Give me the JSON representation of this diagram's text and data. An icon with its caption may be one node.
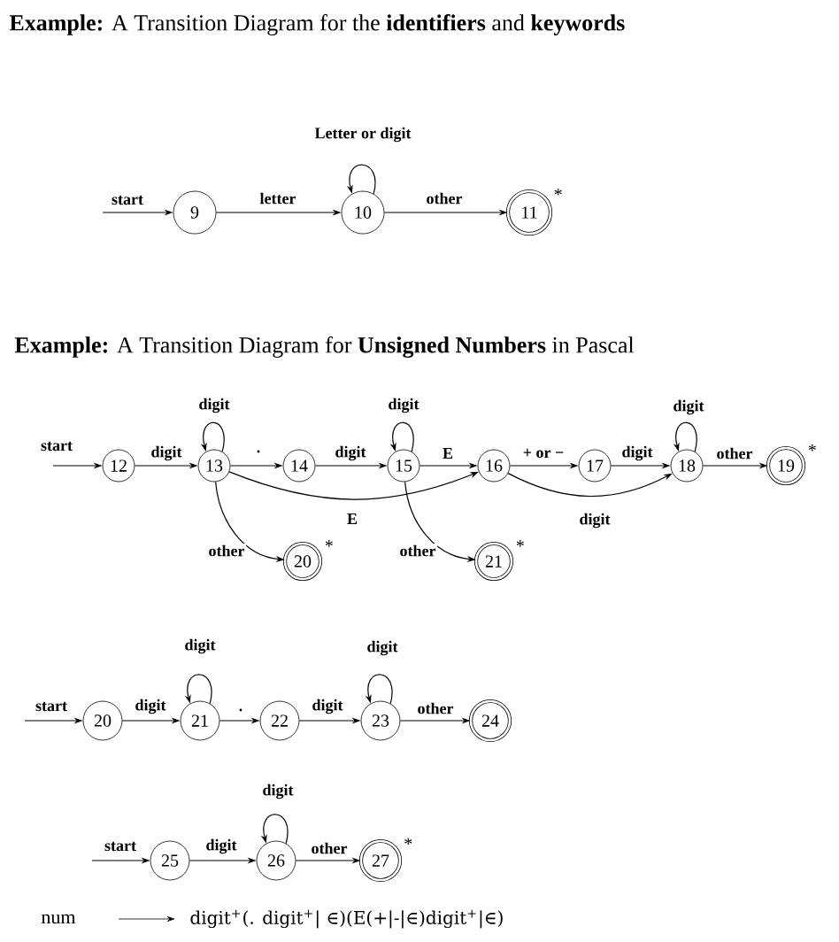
{
  "diagram": {
    "title": "**Example:** A Transition Diagram for the **identifiers** and **keywords**",
    "nodes": [
      {
        "text": [
          "9"
        ]
      },
      {
        "text": [
          "10"
        ]
      },
      {
        "text": [
          "11"
        ],
        "beside": [
          "*"
        ]
      },
      {
        "text": [
          "12"
        ]
      },
      {
        "text": [
          "13"
        ]
      },
      {
        "text": [
          "14"
        ]
      },
      {
        "text": [
          "15"
        ]
      },
      {
        "text": [
          "16"
        ]
      },
      {
        "text": [
          "17"
        ]
      },
      {
        "text": [
          "18"
        ]
      },
      {
        "text": [
          "19"
        ],
        "beside": [
          "*"
        ]
      },
      {
        "text": [
          "20"
        ],
        "beside": [
          "*"
        ]
      },
      {
        "text": [
          "21"
        ],
        "beside": [
          "*"
        ]
      },
      {
        "text": [
          "20"
        ]
      },
      {
        "text": [
          "21"
        ]
      },
      {
        "text": [
          "22"
        ]
      },
      {
        "text": [
          "23"
        ]
      },
      {
        "text": [
          "24"
        ]
      },
      {
        "text": [
          "25"
        ]
      },
      {
        "text": [
          "26"
        ]
      },
      {
        "text": [
          "27"
        ],
        "beside": [
          "*"
        ]
      }
    ],
    "edges": [
      {
        "from": null,
        "to": 0,
        "arrow": "to",
        "label": "start"
      },
      {
        "from": 0,
        "to": 1,
        "arrow": "to",
        "label": "letter"
      },
      {
        "from": 1,
        "to": 1,
        "arrow": "to",
        "label": "Letter or digit"
      },
      {
        "from": 1,
        "to": 2,
        "arrow": "to",
        "label": "other"
      },
      {
        "from": null,
        "to": 3,
        "arrow": "to",
        "label": "start"
      },
      {
        "from": 3,
        "to": 4,
        "arrow": "to",
        "label": "digit"
      },
      {
        "from": 4,
        "to": 4,
        "arrow": "to",
        "label": "digit"
      },
      {
        "from": 4,
        "to": 5,
        "arrow": "to",
        "label": "."
      },
      {
        "from": 5,
        "to": 6,
        "arrow": "to",
        "label": "digit"
      },
      {
        "from": 6,
        "to": 6,
        "arrow": "to",
        "label": "digit"
      },
      {
        "from": 6,
        "to": 7,
        "arrow": "to",
        "label": "E"
      },
      {
        "from": 4,
        "to": 7,
        "arrow": "to",
        "label": "E"
      },
      {
        "from": 7,
        "to": 8,
        "arrow": "to",
        "label": "+ or −"
      },
      {
        "from": 8,
        "to": 9,
        "arrow": "to",
        "label": "digit"
      },
      {
        "from": 7,
        "to": 9,
        "arrow": "to",
        "label": "digit"
      },
      {
        "from": 9,
        "to": 9,
        "arrow": "to",
        "label": "digit"
      },
      {
        "from": 9,
        "to": 10,
        "arrow": "to",
        "label": "other"
      },
      {
        "from": 4,
        "to": 11,
        "arrow": "to",
        "label": "other"
      },
      {
        "from": 6,
        "to": 12,
        "arrow": "to",
        "label": "other"
      },
      {
        "from": null,
        "to": 13,
        "arrow": "to",
        "label": "start"
      },
      {
        "from": 13,
        "to": 14,
        "arrow": "to",
        "label": "digit"
      },
      {
        "from": 14,
        "to": 14,
        "arrow": "to",
        "label": "digit"
      },
      {
        "from": 14,
        "to": 15,
        "arrow": "to",
        "label": "."
      },
      {
        "from": 15,
        "to": 16,
        "arrow": "to",
        "label": "digit"
      },
      {
        "from": 16,
        "to": 16,
        "arrow": "to",
        "label": "digit"
      },
      {
        "from": 16,
        "to": 17,
        "arrow": "to",
        "label": "other"
      },
      {
        "from": null,
        "to": 18,
        "arrow": "to",
        "label": "start"
      },
      {
        "from": 18,
        "to": 19,
        "arrow": "to",
        "label": "digit"
      },
      {
        "from": 19,
        "to": 19,
        "arrow": "to",
        "label": "digit"
      },
      {
        "from": 19,
        "to": 20,
        "arrow": "to",
        "label": "other"
      }
    ],
    "labels": [
      "**Example:** A Transition Diagram for **Unsigned Numbers** in Pascal",
      "num",
      "digit$^{+}$(. digit$^{+}$| ∈)(E(+|-|∈)digit$^{+}$|∈)"
    ]
  }
}
